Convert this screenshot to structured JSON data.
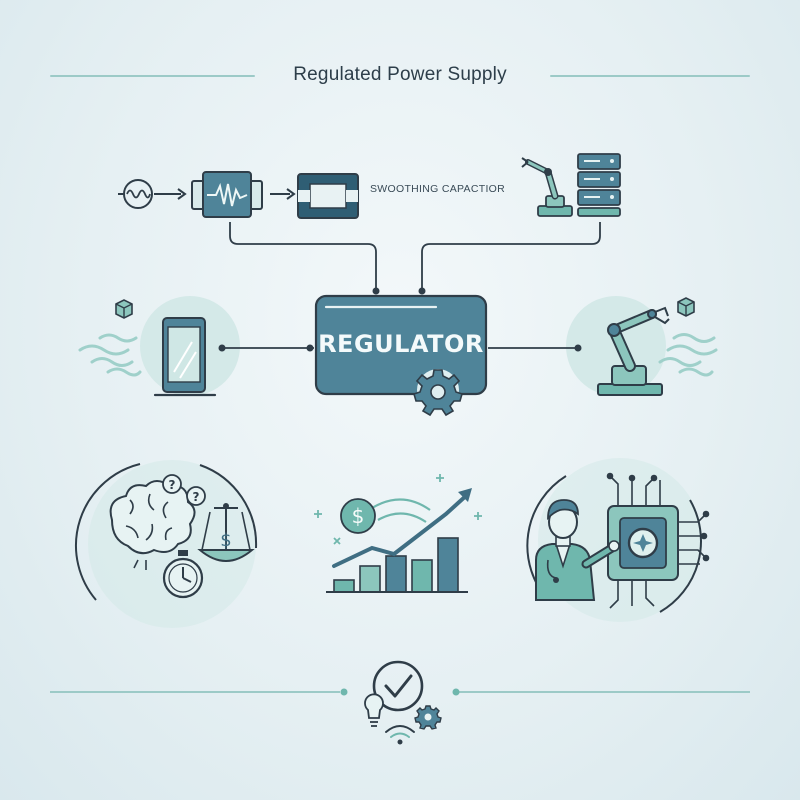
{
  "title": "Regulated Power Supply",
  "nodes": {
    "capacitor_label": "SWOOTHING CAPACTIOR",
    "regulator_label": "REGULATOR",
    "dollar_symbol": "$",
    "scale_symbol": "$",
    "question_symbol": "?"
  },
  "colors": {
    "accent_dark": "#3f6e83",
    "accent_teal": "#6fb7ad",
    "regulator_fill": "#4f8499",
    "line": "#2f3d48"
  },
  "icons": [
    "ac-source-icon",
    "transformer-icon",
    "rectifier-icon",
    "robot-arm-icon",
    "server-rack-icon",
    "smartphone-icon",
    "gear-icon",
    "brain-icon",
    "scale-icon",
    "stopwatch-icon",
    "growth-chart-icon",
    "engineer-icon",
    "chip-icon",
    "checkmark-icon",
    "lightbulb-icon",
    "wifi-icon"
  ]
}
